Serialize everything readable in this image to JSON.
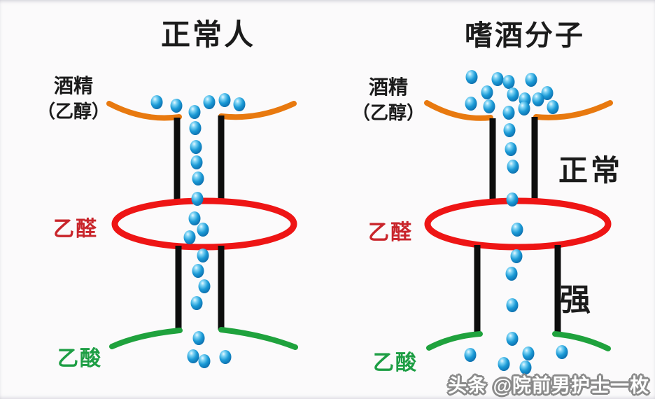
{
  "colors": {
    "background": "#fbfafb",
    "membrane-orange": "#e8790f",
    "enzyme-red": "#ee1515",
    "membrane-green": "#1fa23d",
    "wall-black": "#0d0d0d",
    "ball-blue": "#1b9ad6",
    "label-red": "#c9252b",
    "label-green": "#1d9e44",
    "text-black": "#1b1b1b",
    "watermark-fill": "#ffffff",
    "watermark-outline": "#8a8a8a"
  },
  "diagram": {
    "panels": [
      {
        "id": "normal-person",
        "title": "正常人",
        "labels": {
          "ethanol_line1": "酒精",
          "ethanol_line2": "（乙醇）",
          "acetaldehyde": "乙醛",
          "acetate": "乙酸"
        },
        "balls": [
          [
            224,
            146
          ],
          [
            252,
            151
          ],
          [
            278,
            160
          ],
          [
            299,
            146
          ],
          [
            321,
            143
          ],
          [
            342,
            149
          ],
          [
            279,
            183
          ],
          [
            280,
            210
          ],
          [
            281,
            232
          ],
          [
            283,
            255
          ],
          [
            282,
            284
          ],
          [
            278,
            312
          ],
          [
            290,
            328
          ],
          [
            271,
            339
          ],
          [
            290,
            365
          ],
          [
            283,
            387
          ],
          [
            292,
            409
          ],
          [
            281,
            433
          ],
          [
            284,
            483
          ],
          [
            276,
            509
          ],
          [
            292,
            516
          ],
          [
            322,
            510
          ]
        ]
      },
      {
        "id": "heavy-drinker",
        "title": "嗜酒分子",
        "labels": {
          "ethanol_line1": "酒精",
          "ethanol_line2": "（乙醇）",
          "acetaldehyde": "乙醛",
          "acetate": "乙酸",
          "upper_enzyme_note": "正常",
          "lower_enzyme_note": "强"
        },
        "balls": [
          [
            674,
            110
          ],
          [
            711,
            113
          ],
          [
            727,
            117
          ],
          [
            759,
            114
          ],
          [
            696,
            132
          ],
          [
            733,
            135
          ],
          [
            782,
            133
          ],
          [
            750,
            142
          ],
          [
            769,
            142
          ],
          [
            673,
            148
          ],
          [
            699,
            152
          ],
          [
            790,
            153
          ],
          [
            749,
            155
          ],
          [
            727,
            161
          ],
          [
            728,
            186
          ],
          [
            730,
            213
          ],
          [
            733,
            238
          ],
          [
            732,
            285
          ],
          [
            739,
            328
          ],
          [
            738,
            366
          ],
          [
            731,
            391
          ],
          [
            732,
            436
          ],
          [
            732,
            484
          ],
          [
            672,
            507
          ],
          [
            755,
            505
          ],
          [
            803,
            503
          ],
          [
            720,
            520
          ],
          [
            751,
            525
          ]
        ]
      }
    ]
  },
  "watermark": {
    "text": "头条 @院前男护士一枚"
  }
}
